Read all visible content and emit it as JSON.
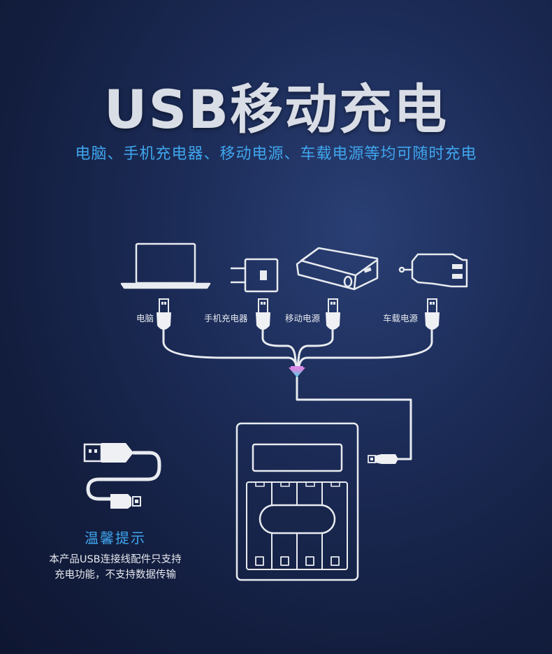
{
  "title": "USB移动充电",
  "subtitle": "电脑、手机充电器、移动电源、车载电源等均可随时充电",
  "devices": {
    "computer": "电脑",
    "phone_charger": "手机充电器",
    "power_bank": "移动电源",
    "car_charger": "车载电源"
  },
  "tips": {
    "title": "温馨提示",
    "line1": "本产品USB连接线配件只支持",
    "line2": "充电功能，不支持数据传输"
  },
  "icons": [
    "laptop-icon",
    "wall-adapter-icon",
    "power-bank-icon",
    "car-charger-icon",
    "usb-cable-icon",
    "battery-charger-icon"
  ],
  "colors": {
    "accent": "#3fa6ee",
    "line": "#e8ebf0"
  }
}
